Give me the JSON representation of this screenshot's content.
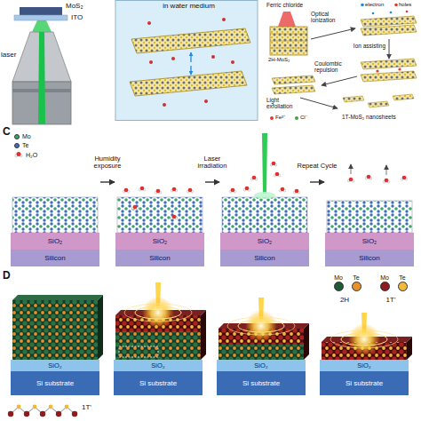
{
  "diagram": {
    "nodes": [
      {
        "text": [
          "SiO₂",
          "Silicon"
        ]
      },
      {
        "text": [
          "SiO₂",
          "Silicon"
        ]
      },
      {
        "text": [
          "SiO₂",
          "Silicon"
        ]
      },
      {
        "text": [
          "SiO₂",
          "Silicon"
        ]
      },
      {
        "text": [
          "SiO₂",
          "Si substrate"
        ]
      },
      {
        "text": [
          "SiO₂",
          "Si substrate"
        ]
      },
      {
        "text": [
          "SiO₂",
          "Si substrate"
        ]
      },
      {
        "text": [
          "SiO₂",
          "Si substrate"
        ]
      }
    ],
    "edges": [
      {
        "from": 0,
        "to": 1,
        "arrow": "to",
        "label": "Humidity exposure"
      },
      {
        "from": 1,
        "to": 2,
        "arrow": "to",
        "label": "Laser irradiation"
      },
      {
        "from": 2,
        "to": 3,
        "arrow": "to",
        "label": "Repeat Cycle"
      }
    ],
    "labels": [
      "MoS₂",
      "ITO",
      "laser",
      "in water medium",
      "Ferric chloride",
      "2H-MoS₂",
      "Fe³⁺",
      "Cl⁻",
      "Optical ionization",
      "Ion assisting",
      "Coulombic repulsion",
      "Light exfoliation",
      "1T-MoS₂ nanosheets",
      "electron",
      "holes",
      "C",
      "D",
      "2H",
      "1T'",
      "1T'"
    ],
    "legend": [
      {
        "text": "Mo",
        "color": "#3aa66a"
      },
      {
        "text": "Te",
        "color": "#3f6fc0"
      },
      {
        "text": "H₂O"
      },
      {
        "text": "Mo",
        "color": "#1e5a36"
      },
      {
        "text": "Te",
        "color": "#e8902a"
      },
      {
        "text": "Mo",
        "color": "#8e1c1c"
      },
      {
        "text": "Te",
        "color": "#f2b83a"
      }
    ]
  }
}
